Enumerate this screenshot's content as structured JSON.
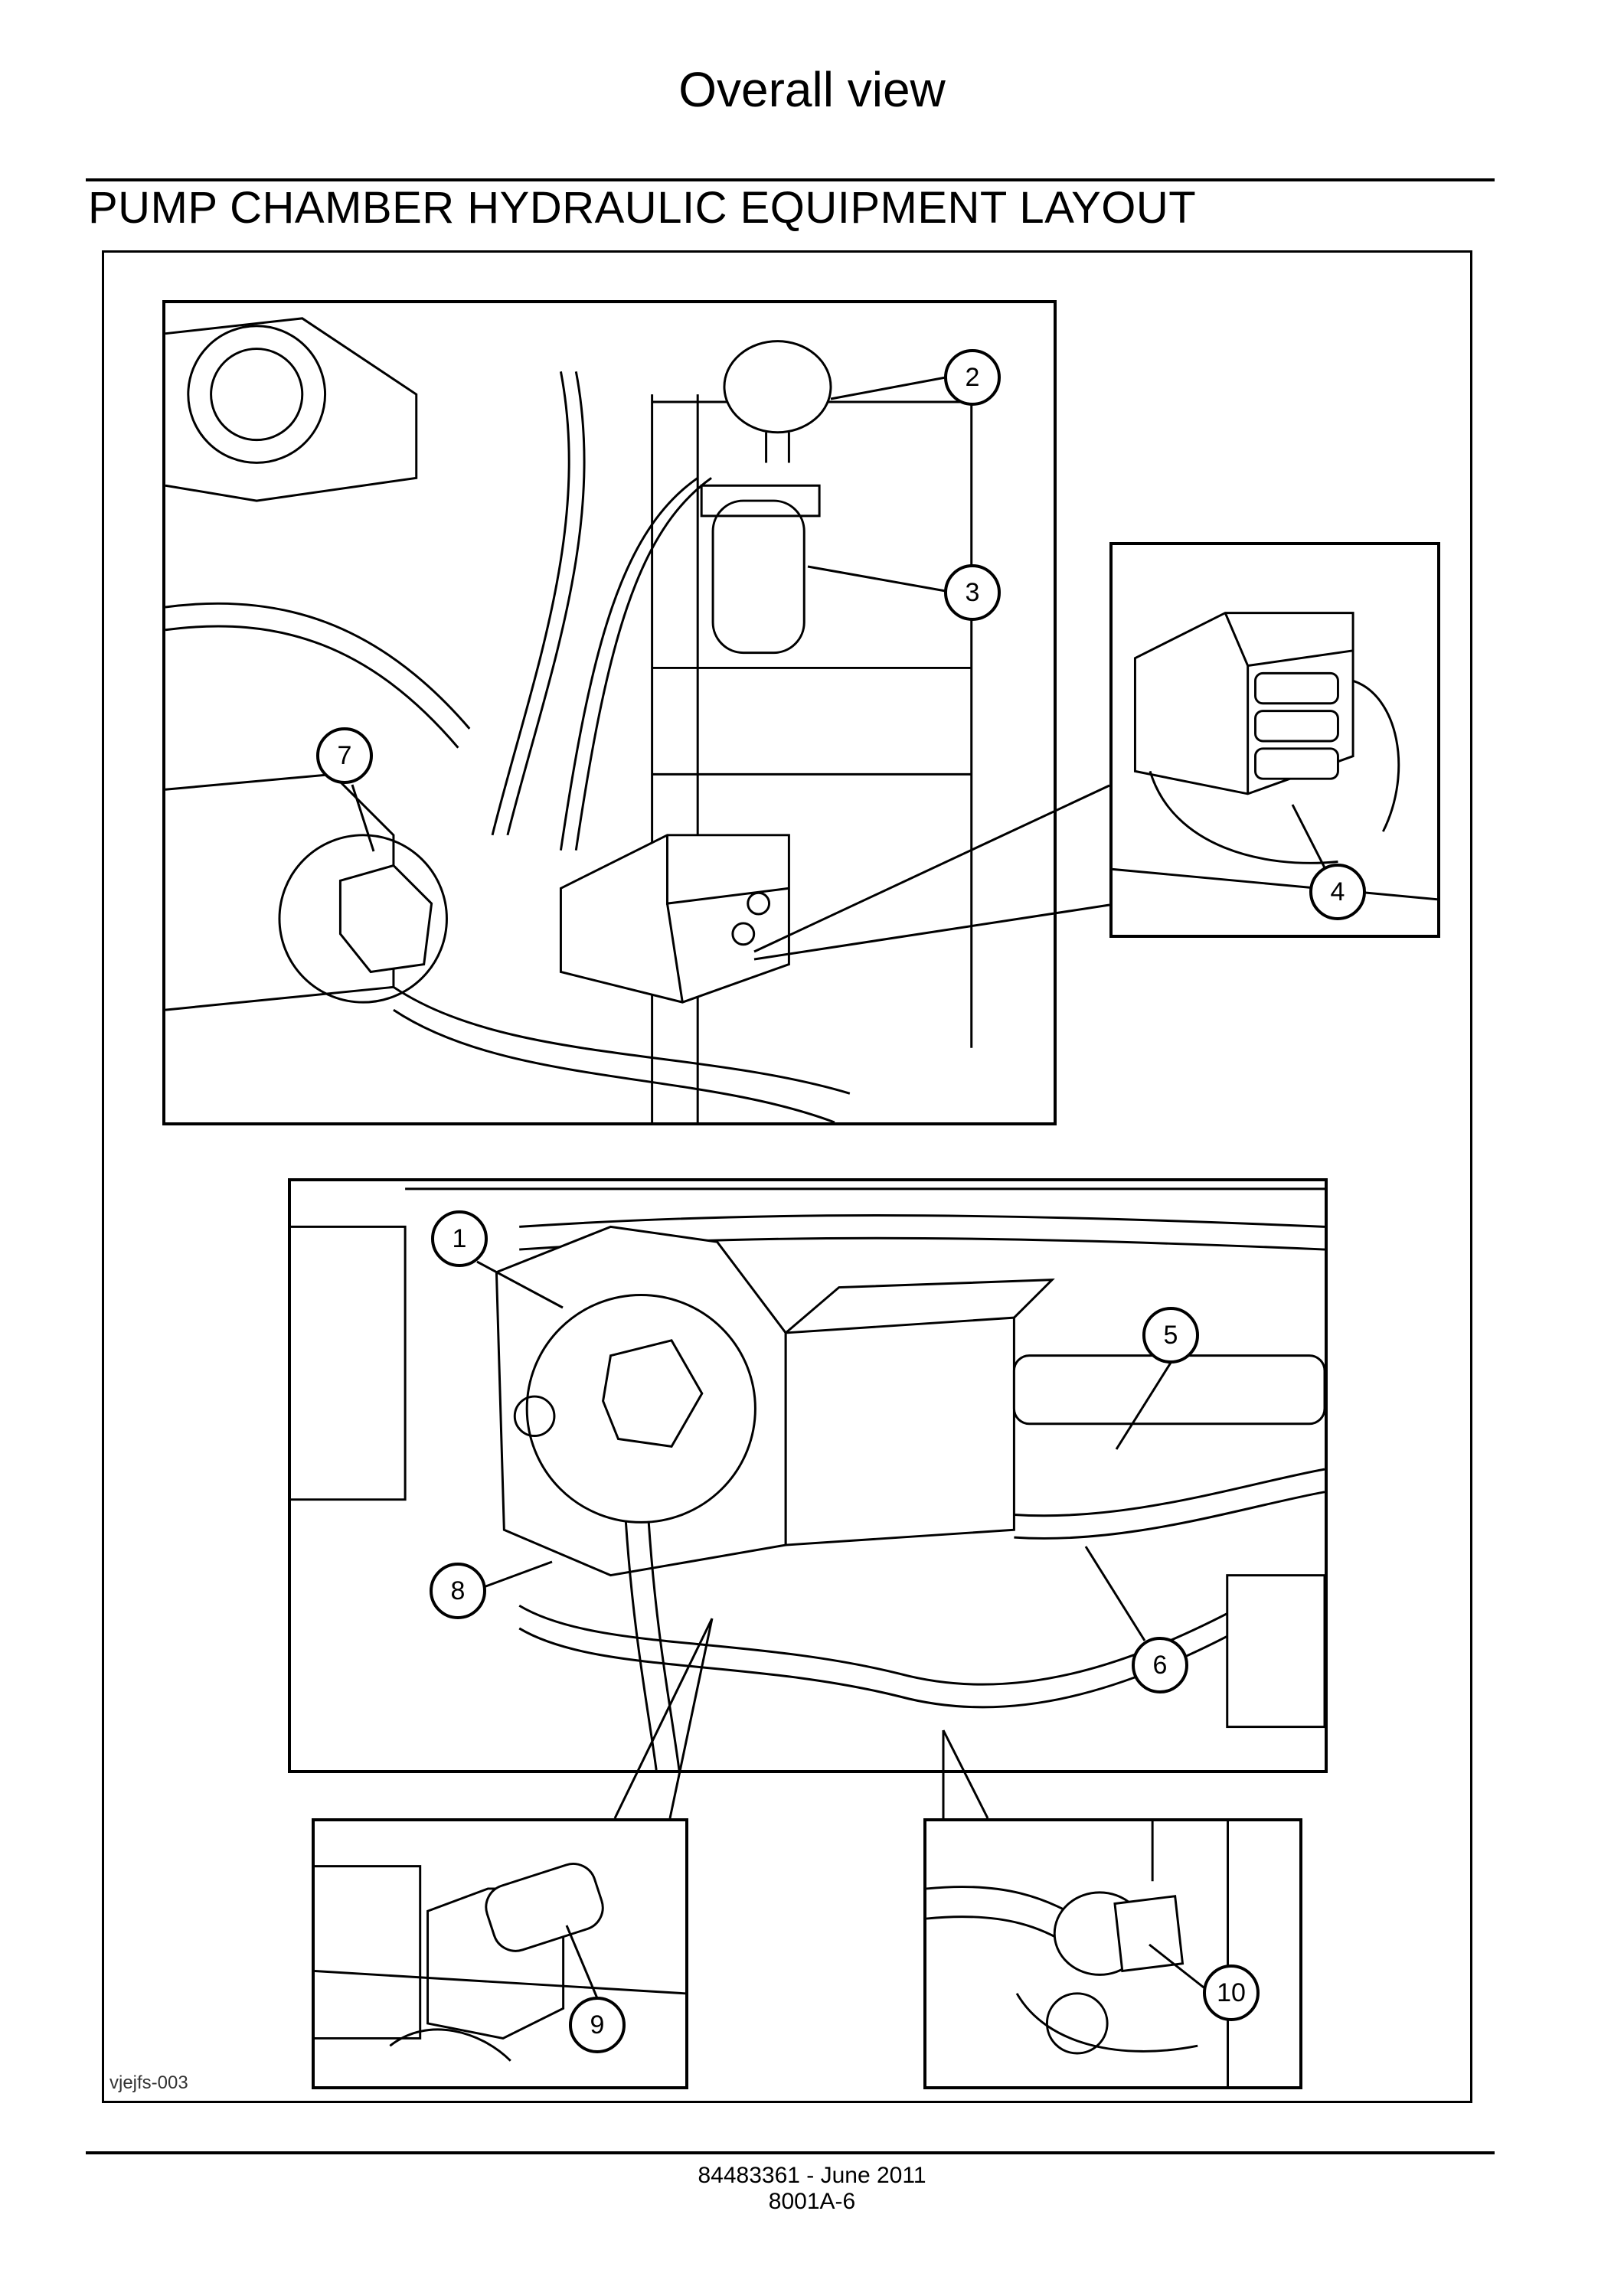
{
  "page": {
    "section_header": "Overall view",
    "title": "PUMP CHAMBER HYDRAULIC EQUIPMENT LAYOUT",
    "figure_id": "vjejfs-003",
    "footer_line1": "84483361 - June 2011",
    "footer_line2": "8001A-6"
  },
  "callouts": [
    "1",
    "2",
    "3",
    "4",
    "5",
    "6",
    "7",
    "8",
    "9",
    "10"
  ],
  "icons": {
    "top_panel": "pump-chamber-illustration",
    "detail_panel_4": "solenoid-block-detail",
    "middle_panel": "hydraulic-pump-illustration",
    "detail_panel_9": "solenoid-valve-detail",
    "detail_panel_10": "sensor-connector-detail"
  }
}
